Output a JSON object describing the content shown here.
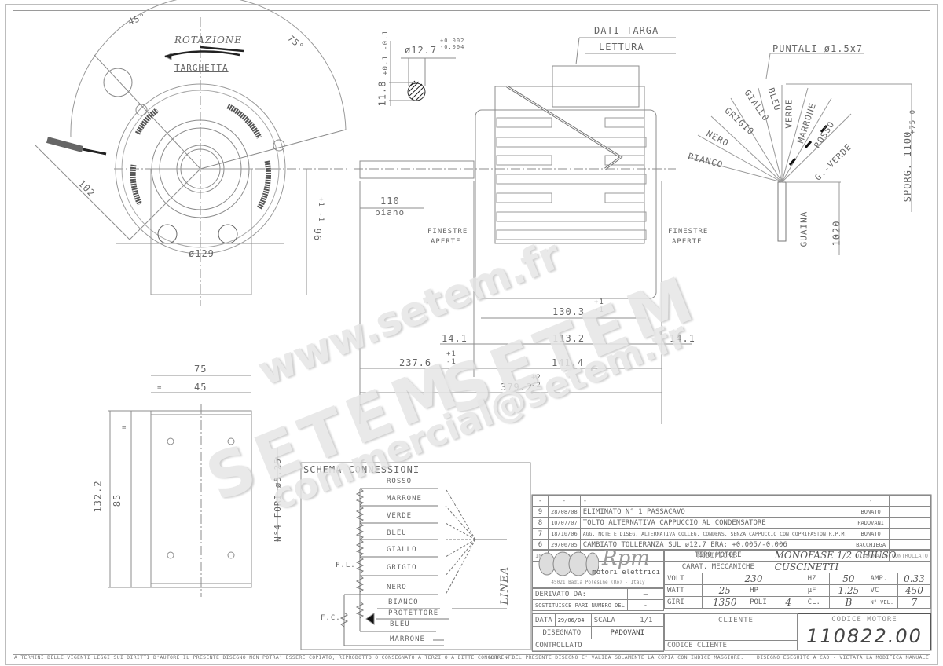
{
  "front_view": {
    "angle_left": "45°",
    "angle_right": "75°",
    "rotation_label": "ROTAZIONE",
    "plate_label": "TARGHETTA",
    "dim_diag": "102",
    "dim_diameter": "ø129",
    "dim_height": "96",
    "dim_height_tol_plus": "+1",
    "dim_height_tol_minus": "-1"
  },
  "shaft_section": {
    "diameter": "ø12.7",
    "tol_plus": "+0.002",
    "tol_minus": "-0.004",
    "flat": "11.8",
    "flat_tol_plus": "+0.1",
    "flat_tol_minus": "-0.1"
  },
  "side_view": {
    "nameplate_label": "DATI TARGA",
    "reading_label": "LETTURA",
    "shaft_len": "110",
    "shaft_flat_label": "piano",
    "windows_left_1": "FINESTRE",
    "windows_left_2": "APERTE",
    "windows_right_1": "FINESTRE",
    "windows_right_2": "APERTE",
    "dims": {
      "d130": "130.3",
      "d113": "113.2",
      "d14_left": "14.1",
      "d14_right": "14.1",
      "d237": "237.6",
      "d141": "141.4",
      "d379": "379.2",
      "tol_plus": "+1",
      "tol_minus": "-1",
      "tol_plus2": "+2",
      "tol_minus2": "-2"
    }
  },
  "leads": {
    "tips_label": "PUNTALI ø1.5x7",
    "wires": [
      "BIANCO",
      "NERO",
      "GRIGIO",
      "GIALLO",
      "BLEU",
      "VERDE",
      "MARRONE",
      "ROSSO",
      "G.-VERDE"
    ],
    "sheath_label": "GUAINA",
    "len_sheath": "1020",
    "len_total": "SPORG. 1100",
    "len_tol_plus": "+75",
    "len_tol_minus": "0"
  },
  "bracket": {
    "width": "75",
    "hole_spacing_w": "45",
    "height": "132.2",
    "hole_spacing_h": "85",
    "equal": "=",
    "holes_label": "N°4 FORI ø5.25"
  },
  "schema": {
    "title": "SCHEMA CONNESSIONI",
    "rows": [
      "ROSSO",
      "MARRONE",
      "VERDE",
      "BLEU",
      "GIALLO",
      "GRIGIO",
      "NERO",
      "BIANCO",
      "PROTETTORE",
      "BLEU",
      "MARRONE"
    ],
    "fl_label": "F.L.",
    "fc_label": "F.C.",
    "line_label": "LINEA"
  },
  "revisions": {
    "header": {
      "ind": "IND",
      "data": "DATA",
      "modifiche": "MODIFICHE",
      "disegnato": "DISEGNATO",
      "controllato": "CONTROLLATO"
    },
    "rows": [
      {
        "ind": "-",
        "data": "-",
        "text": "-",
        "by": "-",
        "chk": ""
      },
      {
        "ind": "9",
        "data": "28/08/08",
        "text": "ELIMINATO N° 1 PASSACAVO",
        "by": "BONATO",
        "chk": ""
      },
      {
        "ind": "8",
        "data": "10/07/07",
        "text": "TOLTO ALTERNATIVA CAPPUCCIO AL CONDENSATORE",
        "by": "PADOVANI",
        "chk": ""
      },
      {
        "ind": "7",
        "data": "18/10/06",
        "text": "AGG. NOTE E DISEG. ALTERNATIVA COLLEG. CONDENS. SENZA CAPPUCCIO CON COPRIFASTON R.P.M.",
        "by": "BONATO",
        "chk": ""
      },
      {
        "ind": "6",
        "data": "29/06/05",
        "text": "CAMBIATO TOLLERANZA SUL ø12.7 ERA: +0.005/-0.006",
        "by": "BACCHIEGA",
        "chk": ""
      }
    ]
  },
  "title_block": {
    "logo_brand": "Rpm",
    "logo_sub": "motori elettrici",
    "logo_address": "45021 Badia Polesine (Ro) - Italy",
    "tipo_motore_label": "TIPO MOTORE",
    "tipo_motore": "MONOFASE 1/2 CHIUSO",
    "carat_label": "CARAT. MECCANICHE",
    "carat": "CUSCINETTI",
    "volt_label": "VOLT",
    "volt": "230",
    "hz_label": "HZ",
    "hz": "50",
    "amp_label": "AMP.",
    "amp": "0.33",
    "watt_label": "WATT",
    "watt": "25",
    "hp_label": "HP",
    "hp": "—",
    "uf_label": "µF",
    "uf": "1.25",
    "vc_label": "VC",
    "vc": "450",
    "giri_label": "GIRI",
    "giri": "1350",
    "poli_label": "POLI",
    "poli": "4",
    "cl_label": "CL.",
    "cl": "B",
    "nvel_label": "N° VEL.",
    "nvel": "7",
    "derivato_label": "DERIVATO DA:",
    "derivato": "—",
    "sostituisce_label": "SOSTITUISCE PARI NUMERO DEL",
    "sostituisce": "-",
    "data_label": "DATA",
    "data": "29/06/04",
    "scala_label": "SCALA",
    "scala": "1/1",
    "cliente_label": "CLIENTE",
    "cliente": "—",
    "disegnato_label": "DISEGNATO",
    "disegnato": "PADOVANI",
    "controllato_label": "CONTROLLATO",
    "codice_cliente_label": "CODICE CLIENTE",
    "codice_motore_label": "CODICE MOTORE",
    "codice_motore": "110822.00"
  },
  "footer": {
    "copyright": "A TERMINI DELLE VIGENTI LEGGI SUI DIRITTI D'AUTORE IL PRESENTE DISEGNO NON POTRA' ESSERE COPIATO, RIPRODOTTO O CONSEGNATO A TERZI O A DITTE CONCORRENTI.",
    "nb": "N.B. - DEL PRESENTE DISEGNO E' VALIDA SOLAMENTE LA COPIA CON INDICE MAGGIORE.",
    "cad": "DISEGNO ESEGUITO A CAD - VIETATA LA MODIFICA MANUALE"
  },
  "watermark": {
    "url": "www.setem.fr",
    "brand1": "SETEM",
    "brand2": "SETEM",
    "email": "commercial@setem.fr"
  }
}
